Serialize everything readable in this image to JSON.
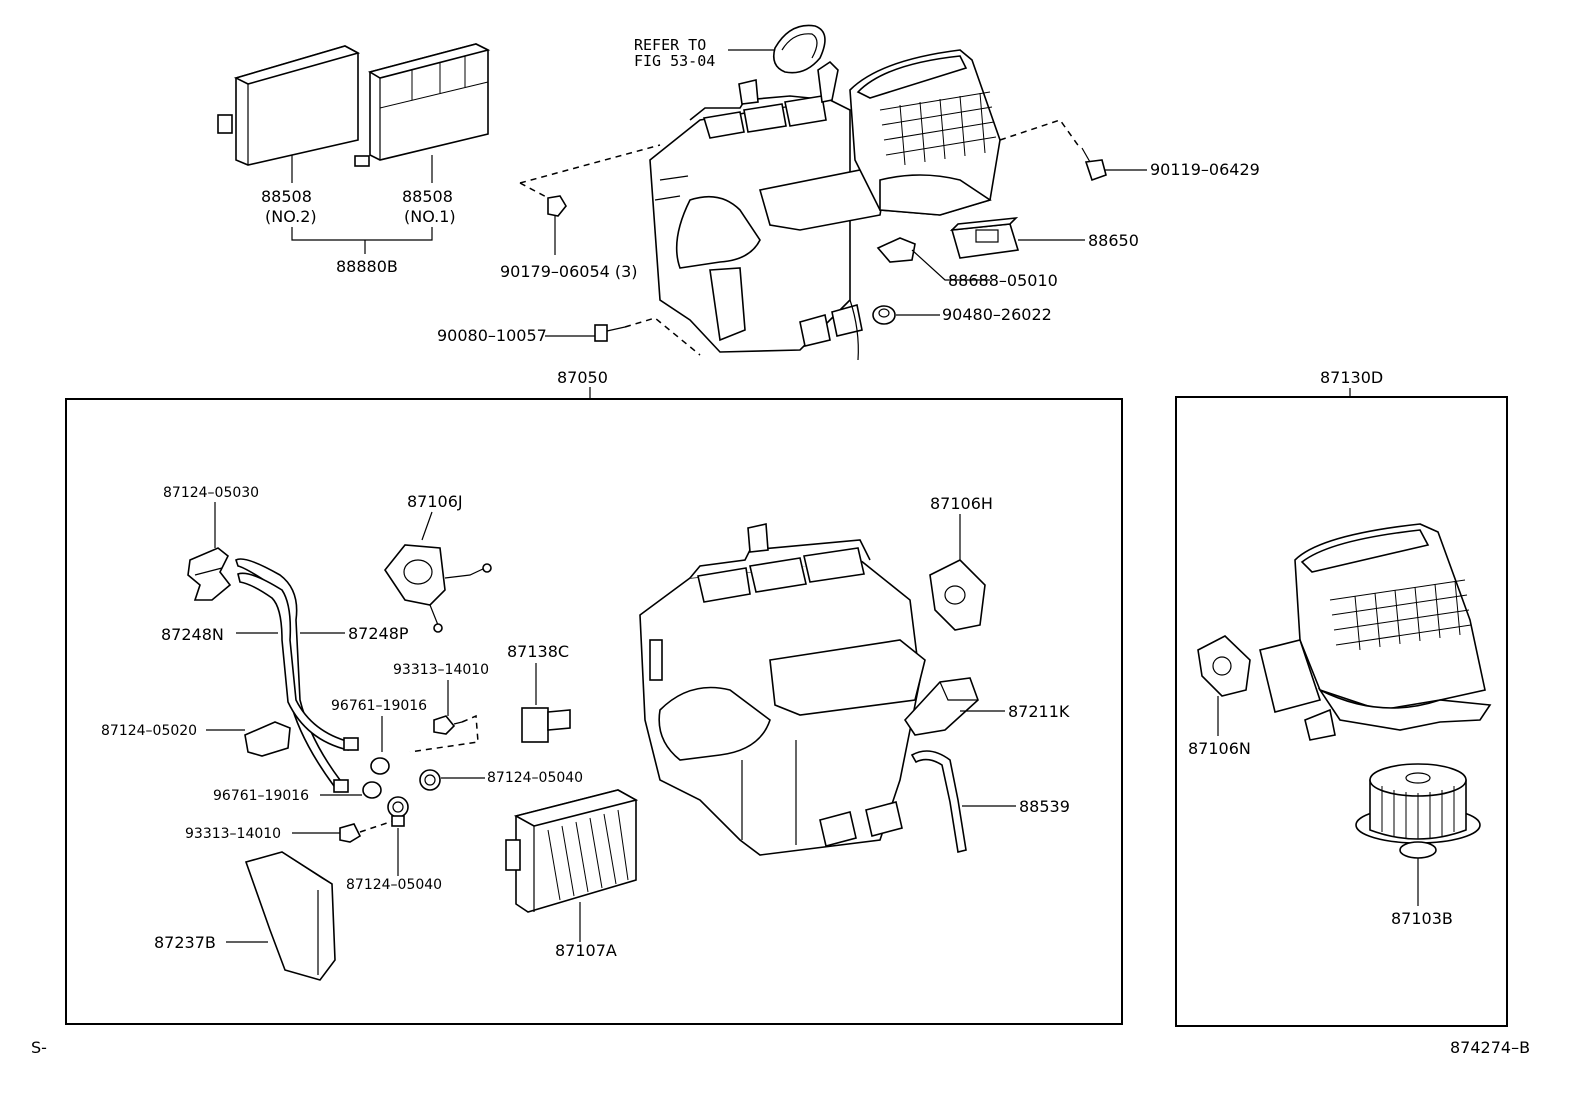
{
  "footer": {
    "left_code": "S-",
    "right_code": "874274–B"
  },
  "reference": {
    "line1": "REFER TO",
    "line2": "FIG 53-04"
  },
  "labels": {
    "p88508_no2": "88508",
    "p88508_no2_sub": "(NO.2)",
    "p88508_no1": "88508",
    "p88508_no1_sub": "(NO.1)",
    "p88880B": "88880B",
    "p90179": "90179–06054 (3)",
    "p90080": "90080–10057",
    "p90119": "90119–06429",
    "p88650": "88650",
    "p88688": "88688–05010",
    "p90480": "90480–26022",
    "p87050": "87050",
    "p87130D": "87130D",
    "p87124_05030": "87124–05030",
    "p87106J": "87106J",
    "p87106H": "87106H",
    "p87248N": "87248N",
    "p87248P": "87248P",
    "p87138C": "87138C",
    "p93313_a": "93313–14010",
    "p96761_a": "96761–19016",
    "p87124_05020": "87124–05020",
    "p87211K": "87211K",
    "p87124_05040_a": "87124–05040",
    "p96761_b": "96761–19016",
    "p88539": "88539",
    "p93313_b": "93313–14010",
    "p87124_05040_b": "87124–05040",
    "p87237B": "87237B",
    "p87107A": "87107A",
    "p87106N": "87106N",
    "p87103B": "87103B"
  }
}
